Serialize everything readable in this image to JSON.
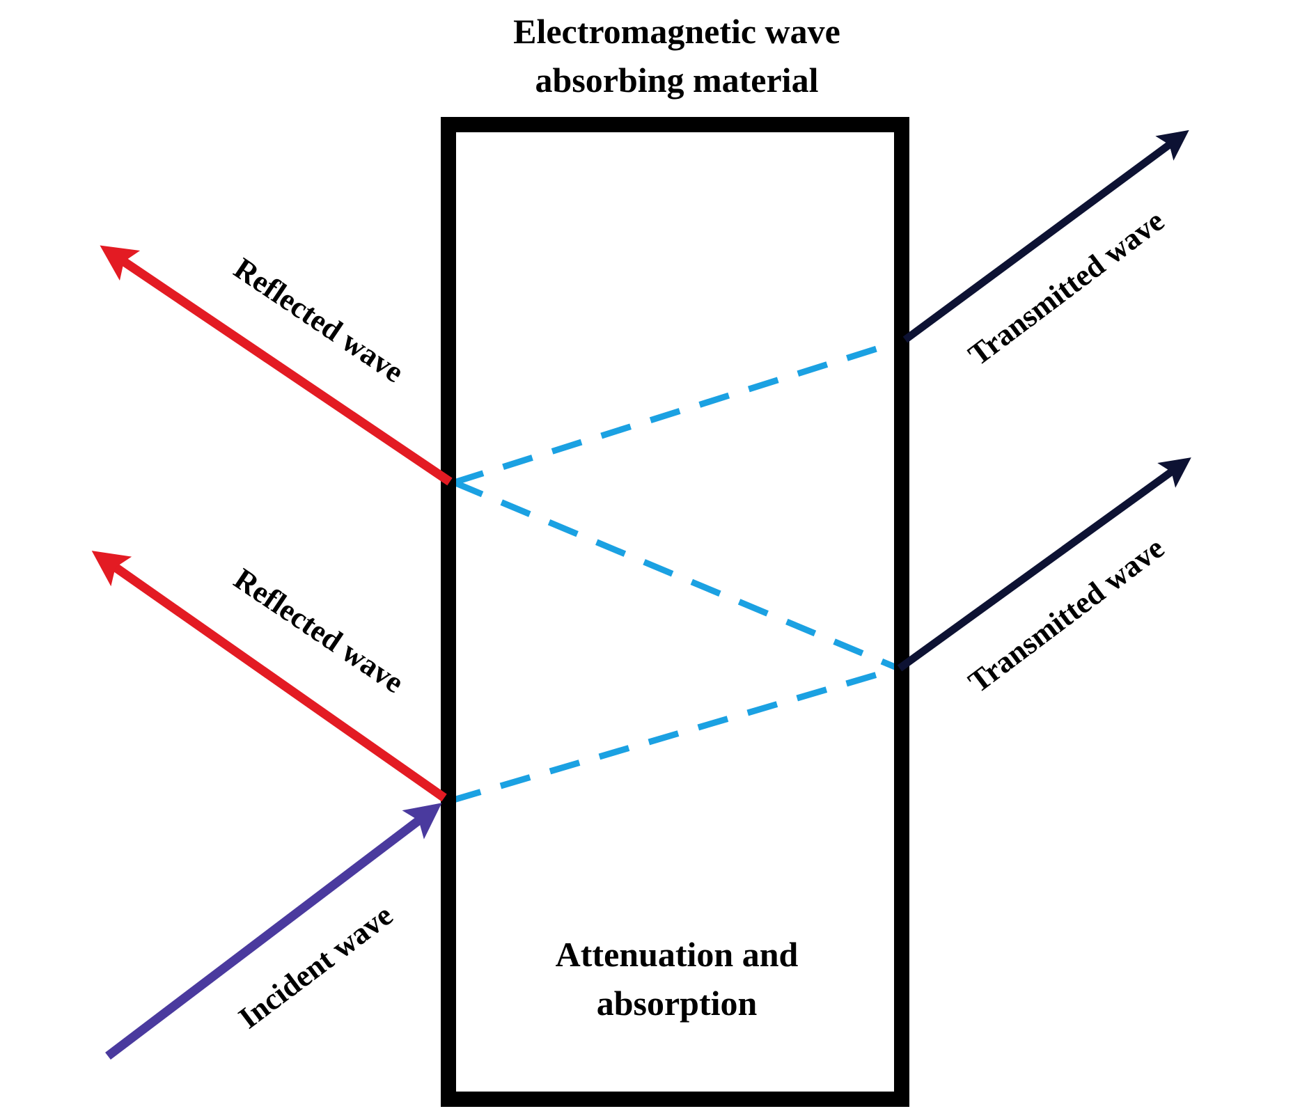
{
  "title": {
    "line1": "Electromagnetic wave",
    "line2": "absorbing material"
  },
  "material": {
    "label_line1": "Attenuation and",
    "label_line2": "absorption"
  },
  "waves": {
    "incident": {
      "label": "Incident wave",
      "color": "#4a3a9e"
    },
    "reflected_upper": {
      "label": "Reflected wave",
      "color": "#e31b23"
    },
    "reflected_lower": {
      "label": "Reflected wave",
      "color": "#e31b23"
    },
    "transmitted_upper": {
      "label": "Transmitted wave",
      "color": "#0d1233"
    },
    "transmitted_lower": {
      "label": "Transmitted wave",
      "color": "#0d1233"
    },
    "internal": {
      "color": "#1ba1e2",
      "style": "dashed"
    }
  },
  "colors": {
    "box_border": "#000000",
    "background": "#ffffff"
  }
}
